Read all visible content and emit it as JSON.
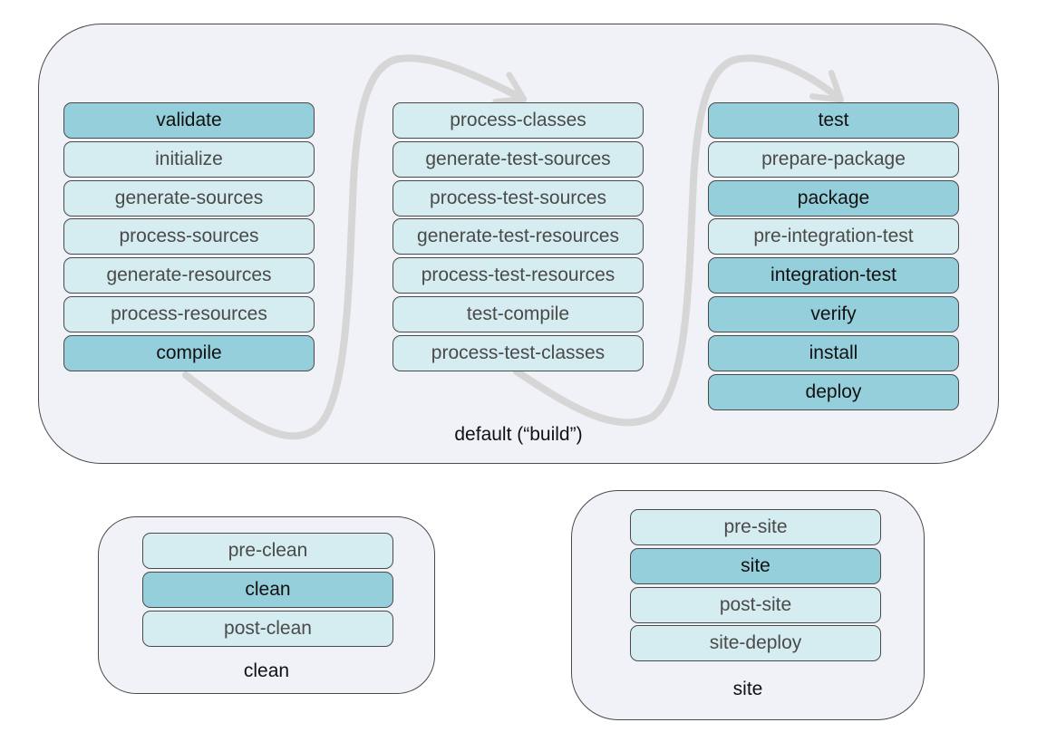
{
  "lifecycles": {
    "default": {
      "label": "default (“build”)",
      "columns": [
        {
          "phases": [
            {
              "name": "validate",
              "key": true
            },
            {
              "name": "initialize",
              "key": false
            },
            {
              "name": "generate-sources",
              "key": false
            },
            {
              "name": "process-sources",
              "key": false
            },
            {
              "name": "generate-resources",
              "key": false
            },
            {
              "name": "process-resources",
              "key": false
            },
            {
              "name": "compile",
              "key": true
            }
          ]
        },
        {
          "phases": [
            {
              "name": "process-classes",
              "key": false
            },
            {
              "name": "generate-test-sources",
              "key": false
            },
            {
              "name": "process-test-sources",
              "key": false
            },
            {
              "name": "generate-test-resources",
              "key": false
            },
            {
              "name": "process-test-resources",
              "key": false
            },
            {
              "name": "test-compile",
              "key": false
            },
            {
              "name": "process-test-classes",
              "key": false
            }
          ]
        },
        {
          "phases": [
            {
              "name": "test",
              "key": true
            },
            {
              "name": "prepare-package",
              "key": false
            },
            {
              "name": "package",
              "key": true
            },
            {
              "name": "pre-integration-test",
              "key": false
            },
            {
              "name": "integration-test",
              "key": true
            },
            {
              "name": "verify",
              "key": true
            },
            {
              "name": "install",
              "key": true
            },
            {
              "name": "deploy",
              "key": true
            }
          ]
        }
      ]
    },
    "clean": {
      "label": "clean",
      "phases": [
        {
          "name": "pre-clean",
          "key": false
        },
        {
          "name": "clean",
          "key": true
        },
        {
          "name": "post-clean",
          "key": false
        }
      ]
    },
    "site": {
      "label": "site",
      "phases": [
        {
          "name": "pre-site",
          "key": false
        },
        {
          "name": "site",
          "key": true
        },
        {
          "name": "post-site",
          "key": false
        },
        {
          "name": "site-deploy",
          "key": false
        }
      ]
    }
  },
  "colors": {
    "panel_fill": "#f0f2f7",
    "phase_fill": "#d5ecf1",
    "key_phase_fill": "#95cfdc",
    "outline": "#4a4a4a",
    "flow_arrow": "#d6d6d6"
  }
}
